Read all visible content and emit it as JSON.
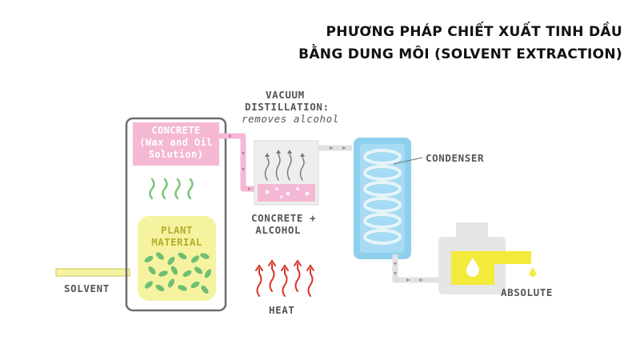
{
  "title": {
    "line1": "PHƯƠNG PHÁP CHIẾT XUẤT TINH DẦU",
    "line2": "BẰNG DUNG MÔI (SOLVENT EXTRACTION)"
  },
  "labels": {
    "concrete_line1": "CONCRETE",
    "concrete_line2": "(Wax and Oil",
    "concrete_line3": "Solution)",
    "plant_line1": "PLANT",
    "plant_line2": "MATERIAL",
    "solvent": "SOLVENT",
    "vacuum_line1": "VACUUM",
    "vacuum_line2": "DISTILLATION:",
    "vacuum_line3": "removes alcohol",
    "concrete_alcohol_line1": "CONCRETE +",
    "concrete_alcohol_line2": "ALCOHOL",
    "heat": "HEAT",
    "condenser": "CONDENSER",
    "absolute": "ABSOLUTE"
  },
  "colors": {
    "pink": "#f4b8d4",
    "pink_text": "#ffffff",
    "yellow": "#f6f3a0",
    "yellow_text": "#b5ad2c",
    "green_leaf": "#6fbf73",
    "heat_red": "#d9322b",
    "condenser_blue": "#8ecfee",
    "absolute_yellow": "#f4ea3a",
    "gray_outline": "#6d6d6d",
    "pipe_gray": "#e3e3e3"
  }
}
